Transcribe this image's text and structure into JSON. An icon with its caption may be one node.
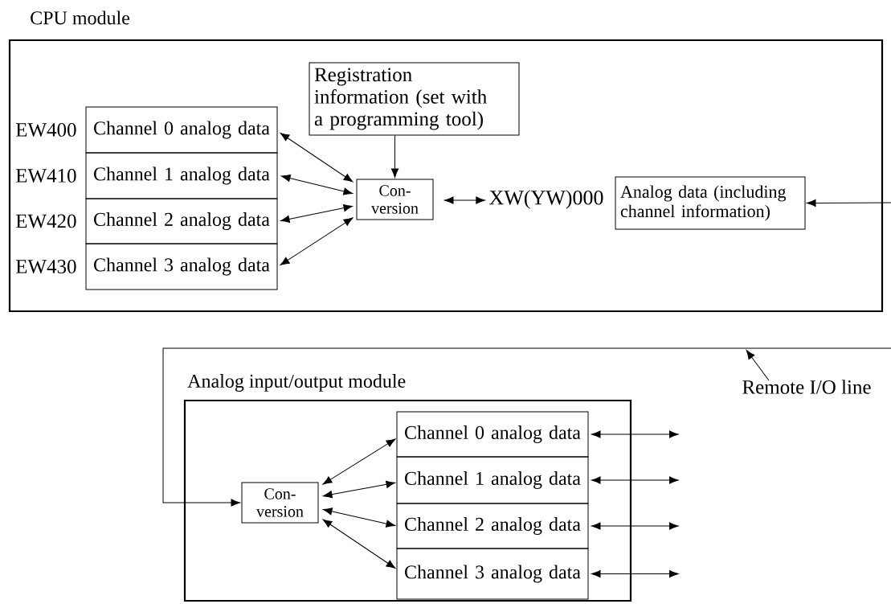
{
  "diagram": {
    "nodes": [
      {
        "text": [
          "CPU module"
        ]
      },
      {
        "text": [
          "Channel 0 analog data"
        ],
        "in": 0,
        "beside": [
          "EW400"
        ]
      },
      {
        "text": [
          "Channel 1 analog data"
        ],
        "in": 0,
        "beside": [
          "EW410"
        ]
      },
      {
        "text": [
          "Channel 2 analog data"
        ],
        "in": 0,
        "beside": [
          "EW420"
        ]
      },
      {
        "text": [
          "Channel 3 analog data"
        ],
        "in": 0,
        "beside": [
          "EW430"
        ]
      },
      {
        "text": [
          "Registration information (set with a programming tool)"
        ],
        "in": 0
      },
      {
        "text": [
          "Con- version"
        ],
        "in": 0
      },
      {
        "text": [
          "XW(YW)000"
        ],
        "in": 0
      },
      {
        "text": [
          "Analog data (including channel information)"
        ],
        "in": 0
      },
      {
        "text": [
          "Analog input/output module"
        ]
      },
      {
        "text": [
          "Con- version"
        ],
        "in": 9
      },
      {
        "text": [
          "Channel 0 analog data"
        ],
        "in": 9
      },
      {
        "text": [
          "Channel 1 analog data"
        ],
        "in": 9
      },
      {
        "text": [
          "Channel 2 analog data"
        ],
        "in": 9
      },
      {
        "text": [
          "Channel 3 analog data"
        ],
        "in": 9
      },
      {
        "text": [
          "Remote I/O line"
        ]
      }
    ],
    "edges": [
      {
        "from": 1,
        "to": 6,
        "arrow": "both"
      },
      {
        "from": 2,
        "to": 6,
        "arrow": "both"
      },
      {
        "from": 3,
        "to": 6,
        "arrow": "both"
      },
      {
        "from": 4,
        "to": 6,
        "arrow": "both"
      },
      {
        "from": 5,
        "to": 6,
        "arrow": "to"
      },
      {
        "from": 6,
        "to": 7,
        "arrow": "both"
      },
      {
        "from": null,
        "to": 8,
        "arrow": "to"
      },
      {
        "from": null,
        "to": 10,
        "arrow": "to"
      },
      {
        "from": 10,
        "to": 11,
        "arrow": "both"
      },
      {
        "from": 10,
        "to": 12,
        "arrow": "both"
      },
      {
        "from": 10,
        "to": 13,
        "arrow": "both"
      },
      {
        "from": 10,
        "to": 14,
        "arrow": "both"
      },
      {
        "from": 11,
        "to": null,
        "arrow": "both"
      },
      {
        "from": 12,
        "to": null,
        "arrow": "both"
      },
      {
        "from": 13,
        "to": null,
        "arrow": "both"
      },
      {
        "from": 14,
        "to": null,
        "arrow": "both"
      },
      {
        "from": 15,
        "to": null,
        "arrow": "to"
      }
    ]
  }
}
